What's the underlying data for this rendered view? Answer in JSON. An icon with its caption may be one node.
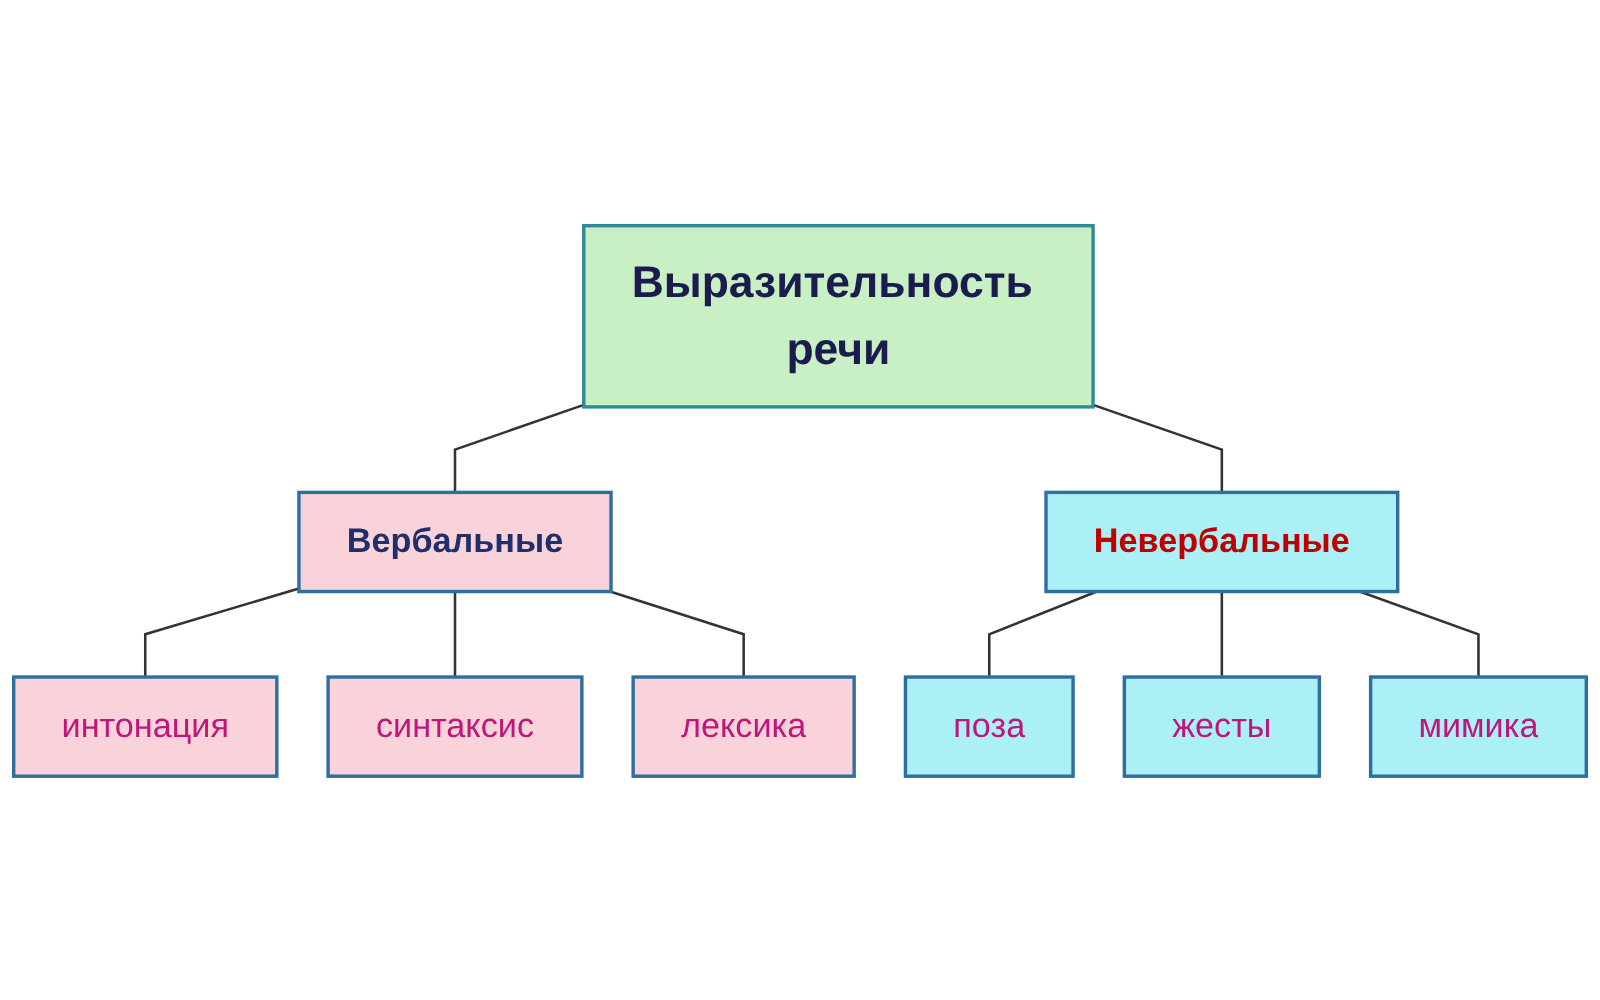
{
  "diagram": {
    "nodes": [
      {
        "text": [
          "Выразительность речи"
        ]
      },
      {
        "text": [
          "Вербальные"
        ]
      },
      {
        "text": [
          "Невербальные"
        ]
      },
      {
        "text": [
          "интонация"
        ]
      },
      {
        "text": [
          "синтаксис"
        ]
      },
      {
        "text": [
          "лексика"
        ]
      },
      {
        "text": [
          "поза"
        ]
      },
      {
        "text": [
          "жесты"
        ]
      },
      {
        "text": [
          "мимика"
        ]
      }
    ],
    "edges": [
      {
        "from": 0,
        "to": 1,
        "arrow": "none"
      },
      {
        "from": 0,
        "to": 2,
        "arrow": "none"
      },
      {
        "from": 1,
        "to": 3,
        "arrow": "none"
      },
      {
        "from": 1,
        "to": 4,
        "arrow": "none"
      },
      {
        "from": 1,
        "to": 5,
        "arrow": "none"
      },
      {
        "from": 2,
        "to": 6,
        "arrow": "none"
      },
      {
        "from": 2,
        "to": 7,
        "arrow": "none"
      },
      {
        "from": 2,
        "to": 8,
        "arrow": "none"
      }
    ]
  }
}
